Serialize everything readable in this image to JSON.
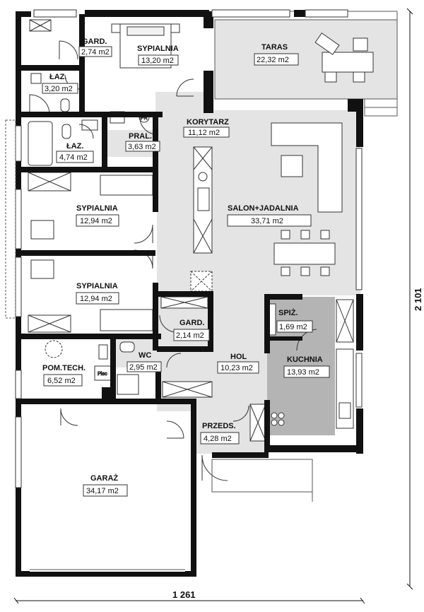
{
  "rooms": [
    {
      "id": "gard-top",
      "name": "GARD.",
      "area": "2,74 m2"
    },
    {
      "id": "sypialnia-top",
      "name": "SYPIALNIA",
      "area": "13,20 m2"
    },
    {
      "id": "taras",
      "name": "TARAS",
      "area": "22,32 m2"
    },
    {
      "id": "laz-1",
      "name": "ŁAZ.",
      "area": "3,20 m2"
    },
    {
      "id": "korytarz",
      "name": "KORYTARZ",
      "area": "11,12 m2"
    },
    {
      "id": "laz-2",
      "name": "ŁAZ.",
      "area": "4,74 m2"
    },
    {
      "id": "pral",
      "name": "PRAL.",
      "area": "3,63 m2"
    },
    {
      "id": "salon",
      "name": "SALON+JADALNIA",
      "area": "33,71 m2"
    },
    {
      "id": "sypialnia-mid",
      "name": "SYPIALNIA",
      "area": "12,94 m2"
    },
    {
      "id": "sypialnia-low",
      "name": "SYPIALNIA",
      "area": "12,94 m2"
    },
    {
      "id": "spiz",
      "name": "SPIŻ.",
      "area": "1,69 m2"
    },
    {
      "id": "gard-mid",
      "name": "GARD.",
      "area": "2,14 m2"
    },
    {
      "id": "wc",
      "name": "WC",
      "area": "2,95 m2"
    },
    {
      "id": "hol",
      "name": "HOL",
      "area": "10,23 m2"
    },
    {
      "id": "kuchnia",
      "name": "KUCHNIA",
      "area": "13,93 m2"
    },
    {
      "id": "pom-tech",
      "name": "POM.TECH.",
      "area": "6,52 m2"
    },
    {
      "id": "przeds",
      "name": "PRZEDS.",
      "area": "4,28 m2"
    },
    {
      "id": "garaz",
      "name": "GARAŻ",
      "area": "34,17 m2"
    }
  ],
  "symbols": {
    "pral_symbol": "PR",
    "piec_label": "Piec"
  },
  "dimensions": {
    "width": "1 261",
    "depth": "2 101"
  },
  "colors": {
    "wall": "#111111",
    "floor_grey": "#e4e4e4",
    "kitchen_grey": "#b4b4b4",
    "outline": "#333333"
  }
}
